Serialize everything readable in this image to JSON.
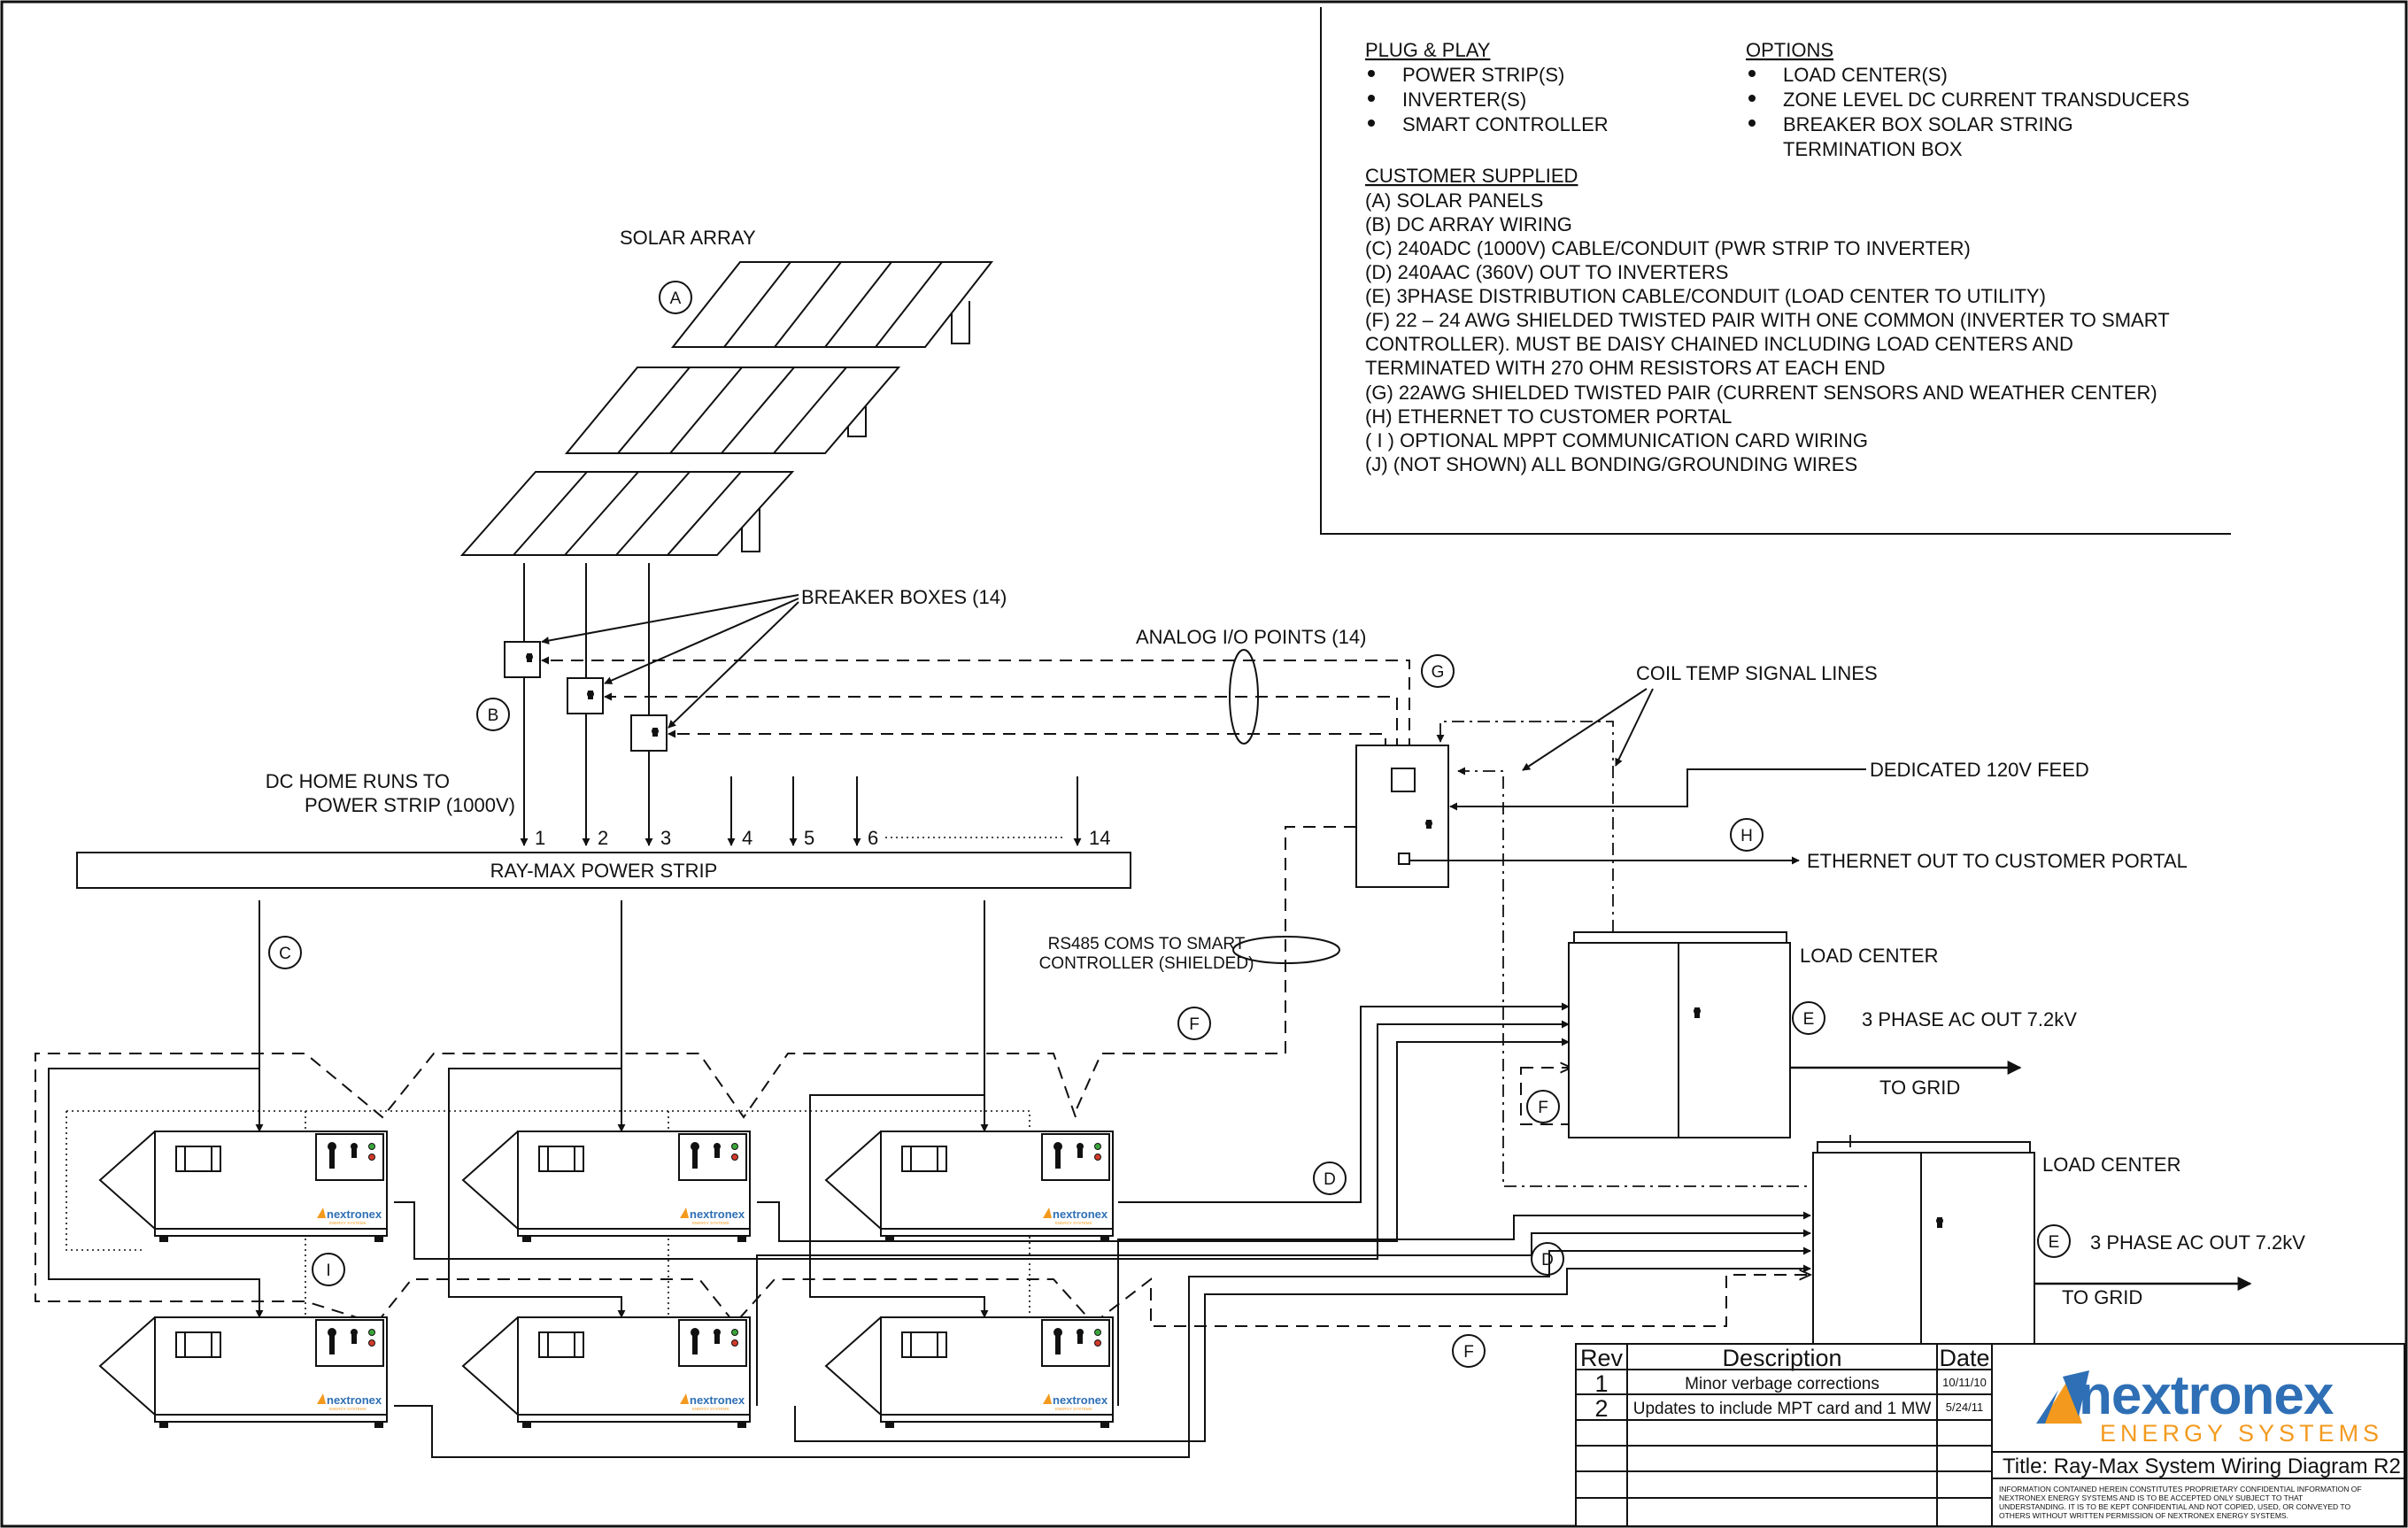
{
  "notes": {
    "plug_title": "PLUG & PLAY",
    "plug_items": [
      "POWER STRIP(S)",
      "INVERTER(S)",
      "SMART CONTROLLER"
    ],
    "options_title": "OPTIONS",
    "options_items": [
      "LOAD CENTER(S)",
      "ZONE LEVEL DC CURRENT TRANSDUCERS",
      "BREAKER BOX SOLAR STRING",
      "TERMINATION BOX"
    ],
    "customer_title": "CUSTOMER SUPPLIED",
    "customer_lines": [
      "(A) SOLAR PANELS",
      "(B) DC ARRAY WIRING",
      "(C) 240ADC (1000V) CABLE/CONDUIT (PWR STRIP TO INVERTER)",
      "(D) 240AAC (360V) OUT TO INVERTERS",
      "(E) 3PHASE DISTRIBUTION CABLE/CONDUIT (LOAD CENTER TO UTILITY)",
      "(F) 22 – 24 AWG SHIELDED TWISTED PAIR WITH ONE COMMON (INVERTER TO SMART",
      "CONTROLLER). MUST BE DAISY CHAINED INCLUDING LOAD CENTERS AND",
      "TERMINATED WITH 270 OHM RESISTORS AT EACH END",
      "(G) 22AWG SHIELDED TWISTED PAIR (CURRENT SENSORS AND WEATHER CENTER)",
      "(H) ETHERNET TO CUSTOMER PORTAL",
      "( I ) OPTIONAL MPPT COMMUNICATION CARD WIRING",
      "(J) (NOT SHOWN) ALL BONDING/GROUNDING WIRES"
    ]
  },
  "labels": {
    "solar_array": "SOLAR ARRAY",
    "breaker_boxes": "BREAKER BOXES (14)",
    "analog_io": "ANALOG I/O POINTS (14)",
    "coil_temp": "COIL TEMP SIGNAL LINES",
    "dedicated_feed": "DEDICATED 120V FEED",
    "ethernet_out": "ETHERNET OUT TO CUSTOMER PORTAL",
    "dc_home_runs_1": "DC HOME RUNS TO",
    "dc_home_runs_2": "POWER STRIP (1000V)",
    "power_strip": "RAY-MAX POWER STRIP",
    "rs485_1": "RS485 COMS TO SMART",
    "rs485_2": "CONTROLLER (SHIELDED)",
    "load_center": "LOAD CENTER",
    "ac_out": "3 PHASE AC OUT 7.2kV",
    "to_grid": "TO GRID",
    "inverter_brand": "nextronex",
    "inverter_brand_sub": "ENERGY SYSTEMS",
    "strip_inputs": [
      "1",
      "2",
      "3",
      "4",
      "5",
      "6",
      "14"
    ]
  },
  "callouts": [
    "A",
    "B",
    "C",
    "D",
    "E",
    "F",
    "G",
    "H",
    "I"
  ],
  "title_block": {
    "headers": [
      "Rev",
      "Description",
      "Date"
    ],
    "revisions": [
      {
        "rev": "1",
        "description": "Minor verbage corrections",
        "date": "10/11/10"
      },
      {
        "rev": "2",
        "description": "Updates to include MPT card and 1 MW",
        "date": "5/24/11"
      }
    ],
    "logo_name": "nextronex",
    "logo_tagline": "ENERGY SYSTEMS",
    "title": "Title: Ray-Max System Wiring Diagram R2",
    "disclaimer": [
      "INFORMATION CONTAINED HEREIN CONSTITUTES PROPRIETARY CONFIDENTIAL INFORMATION OF",
      "NEXTRONEX ENERGY SYSTEMS AND IS TO BE ACCEPTED ONLY SUBJECT TO THAT",
      "UNDERSTANDING. IT IS TO BE KEPT CONFIDENTIAL AND NOT COPIED, USED, OR CONVEYED TO",
      "OTHERS WITHOUT WRITTEN PERMISSION OF NEXTRONEX ENERGY SYSTEMS."
    ]
  },
  "colors": {
    "ink": "#111111",
    "logo_blue": "#2e6fb5",
    "logo_orange": "#f39a1e",
    "led_green": "#3aa53a",
    "led_red": "#d23a2a"
  }
}
